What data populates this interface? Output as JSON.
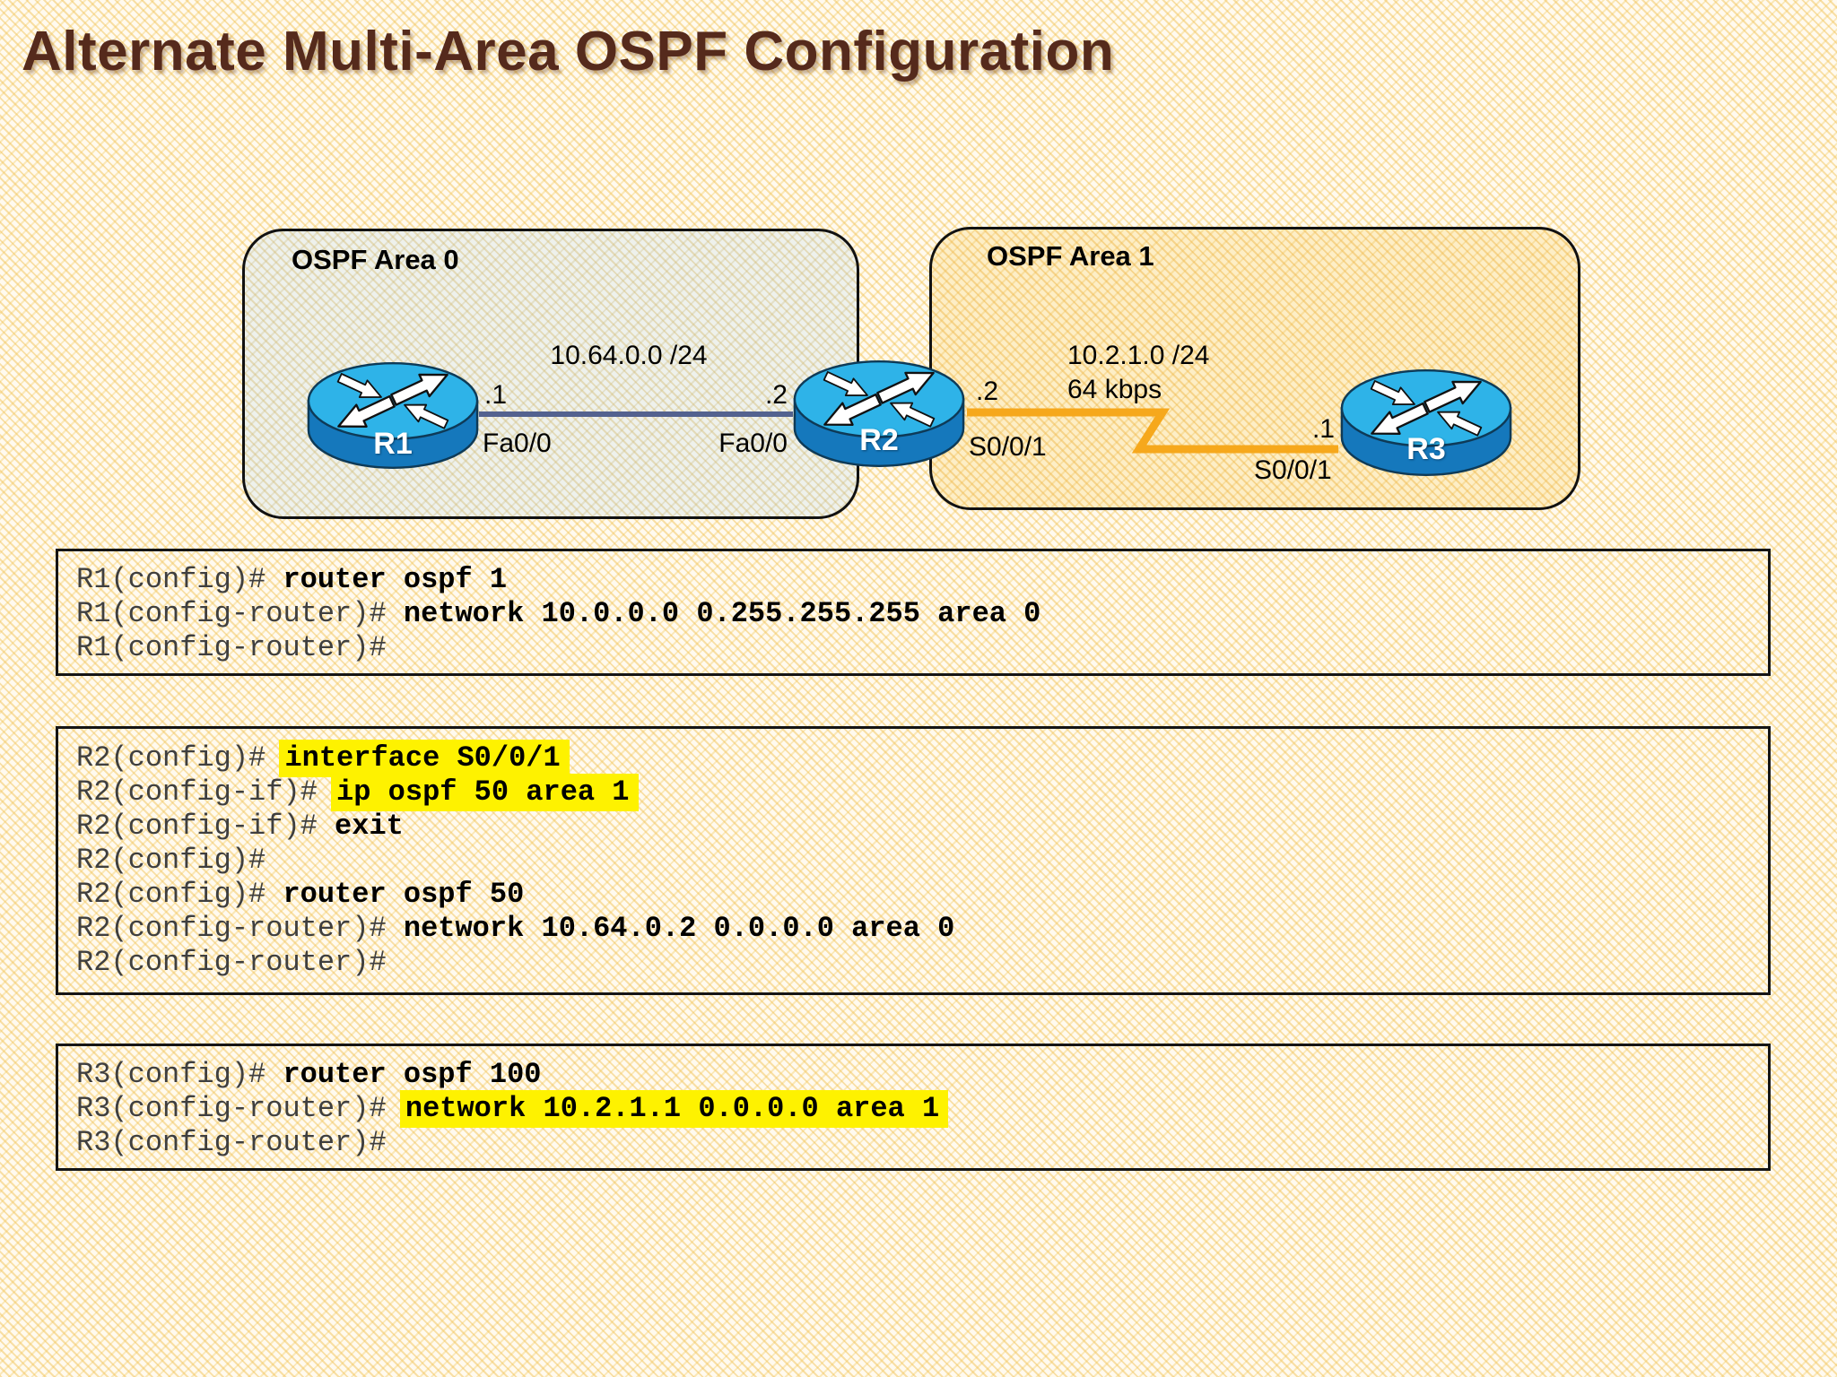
{
  "title": "Alternate Multi-Area OSPF Configuration",
  "diagram": {
    "area0": {
      "label": "OSPF Area 0",
      "network": "10.64.0.0 /24",
      "r1": {
        "name": "R1",
        "ip": ".1",
        "iface": "Fa0/0"
      },
      "r2": {
        "name": "R2",
        "ip": ".2",
        "iface": "Fa0/0"
      }
    },
    "area1": {
      "label": "OSPF Area 1",
      "network": "10.2.1.0 /24",
      "speed": "64 kbps",
      "r2": {
        "ip": ".2",
        "iface": "S0/0/1"
      },
      "r3": {
        "name": "R3",
        "ip": ".1",
        "iface": "S0/0/1"
      }
    }
  },
  "consoles": [
    {
      "router": "R1",
      "lines": [
        {
          "prompt": "R1(config)# ",
          "command": "router ospf 1",
          "highlight": false
        },
        {
          "prompt": "R1(config-router)# ",
          "command": "network 10.0.0.0 0.255.255.255 area 0",
          "highlight": false
        },
        {
          "prompt": "R1(config-router)#",
          "command": "",
          "highlight": false
        }
      ]
    },
    {
      "router": "R2",
      "lines": [
        {
          "prompt": "R2(config)# ",
          "command": "interface S0/0/1",
          "highlight": true
        },
        {
          "prompt": "R2(config-if)# ",
          "command": "ip ospf 50 area 1",
          "highlight": true
        },
        {
          "prompt": "R2(config-if)# ",
          "command": "exit",
          "highlight": false
        },
        {
          "prompt": "R2(config)#",
          "command": "",
          "highlight": false
        },
        {
          "prompt": "R2(config)# ",
          "command": "router ospf 50",
          "highlight": false
        },
        {
          "prompt": "R2(config-router)# ",
          "command": "network 10.64.0.2 0.0.0.0 area 0",
          "highlight": false
        },
        {
          "prompt": "R2(config-router)#",
          "command": "",
          "highlight": false
        }
      ]
    },
    {
      "router": "R3",
      "lines": [
        {
          "prompt": "R3(config)# ",
          "command": "router ospf 100",
          "highlight": false
        },
        {
          "prompt": "R3(config-router)# ",
          "command": "network 10.2.1.1 0.0.0.0 area 1",
          "highlight": true
        },
        {
          "prompt": "R3(config-router)#",
          "command": "",
          "highlight": false
        }
      ]
    }
  ],
  "colors": {
    "title_text": "#552A1C",
    "highlight": "#FEF200",
    "ethernet_link": "#53628F",
    "serial_link": "#F6A81C",
    "router_top": "#2EB3E8",
    "router_body": "#1578BC",
    "area0_fill": "#EEF1EC",
    "area1_fill": "#FDEEC6"
  }
}
